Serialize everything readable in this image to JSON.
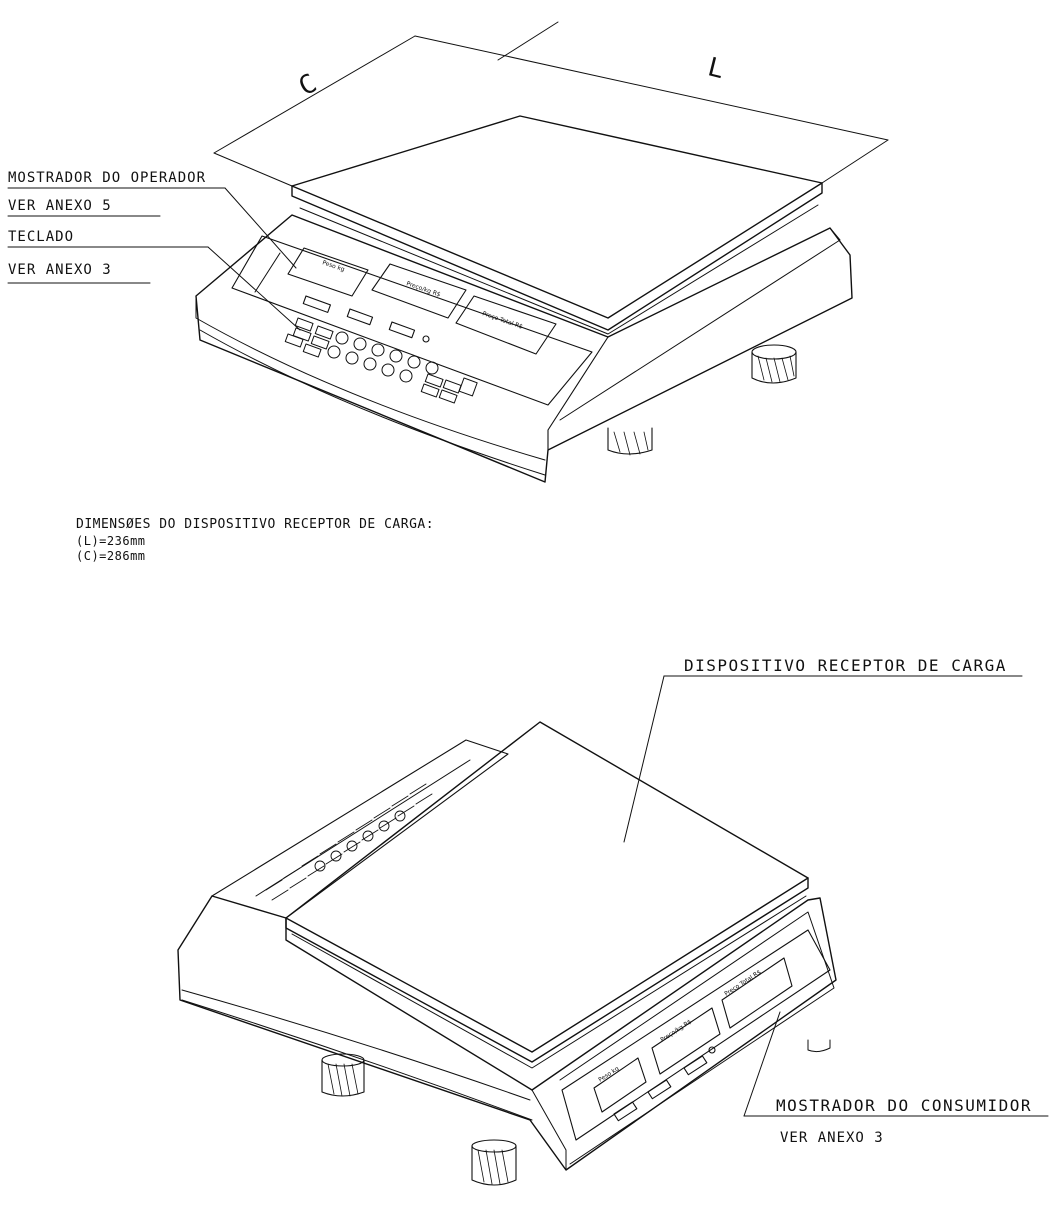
{
  "dimension_labels": {
    "c": "C",
    "l": "L"
  },
  "top_callouts": {
    "operator_display": "MOSTRADOR DO OPERADOR",
    "operator_display_ref": "VER ANEXO 5",
    "keyboard": "TECLADO",
    "keyboard_ref": "VER ANEXO 3"
  },
  "dimensions": {
    "title": "DIMENSØES DO DISPOSITIVO RECEPTOR DE CARGA:",
    "l_value": "(L)=236mm",
    "c_value": "(C)=286mm"
  },
  "bottom_callouts": {
    "load_receptor": "DISPOSITIVO RECEPTOR DE CARGA",
    "consumer_display": "MOSTRADOR DO CONSUMIDOR",
    "consumer_display_ref": "VER ANEXO 3"
  },
  "display_labels": {
    "weight": "Peso kg",
    "unit_price": "Preço/kg R$",
    "total_price": "Preço Total R$"
  },
  "colors": {
    "ink": "#111111",
    "paper": "#ffffff"
  }
}
